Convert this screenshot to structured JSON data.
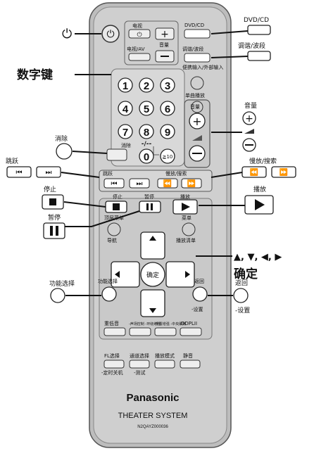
{
  "remote": {
    "brand": "Panasonic",
    "system": "THEATER SYSTEM",
    "model": "N2QAYZ000036",
    "top": {
      "tv_label": "电视",
      "tv_av_label": "电视/AV",
      "volume_label": "音量",
      "dvd_cd_label": "DVD/CD",
      "tuner_band_label": "调谐/波段",
      "ext_in_label": "便携输入/外部输入",
      "single_play_label": "单曲播放"
    },
    "numpad": {
      "keys": [
        "1",
        "2",
        "3",
        "4",
        "5",
        "6",
        "7",
        "8",
        "9",
        "0"
      ],
      "dash_label": "-/--",
      "ge10_label": "≧10",
      "cancel_label": "消除",
      "skip_label": "跳跃",
      "slow_search_label": "慢放/搜索",
      "volume_label": "音量"
    },
    "transport": {
      "stop_label": "停止",
      "pause_label": "暂停",
      "play_label": "播放"
    },
    "nav": {
      "top_menu_label": "顶层菜单",
      "navi_label": "导航",
      "menu_label": "菜单",
      "playlist_label": "播放清单",
      "ok_label": "确定",
      "func_select_label": "功能选择",
      "return_label": "返回",
      "setup_label": "-设置"
    },
    "bottom": {
      "bass_label": "重低音",
      "sfc_label": "-声场控制 -环绕增强",
      "center_label": "-中置增强 -中央聚焦",
      "dpl_label": "DDPLII",
      "fl_label": "FL选择",
      "sleep_label": "-定时关机",
      "channel_label": "通道选择",
      "test_label": "-测试",
      "play_mode_label": "播放模式",
      "mute_label": "静音"
    }
  },
  "callouts": {
    "power_symbol": "⏻",
    "digit_keys": "数字键",
    "dvd_cd": "DVD/CD",
    "tuner_band": "调谐/波段",
    "cancel": "消除",
    "skip": "跳跃",
    "stop": "停止",
    "pause": "暂停",
    "volume": "音量",
    "slow_search": "慢放/搜索",
    "play": "播放",
    "arrows": "▲, ▼, ◀, ▶",
    "ok": "确定",
    "func_select": "功能选择",
    "return": "返回",
    "setup": "-设置"
  }
}
